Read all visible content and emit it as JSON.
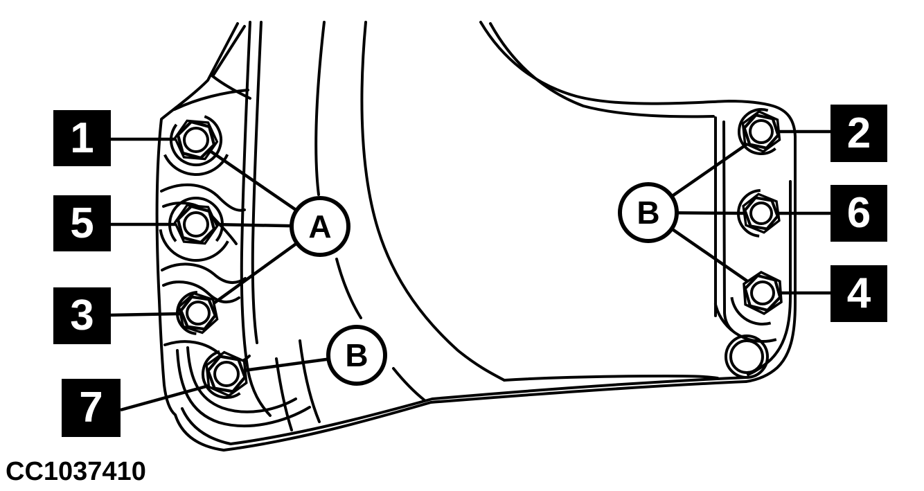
{
  "caption": {
    "text": "CC1037410"
  },
  "colors": {
    "ink": "#000000",
    "paper": "#ffffff",
    "callout_bg": "#000000",
    "callout_fg": "#ffffff"
  },
  "callouts": {
    "left": [
      {
        "label": "1"
      },
      {
        "label": "5"
      },
      {
        "label": "3"
      },
      {
        "label": "7"
      }
    ],
    "right": [
      {
        "label": "2"
      },
      {
        "label": "6"
      },
      {
        "label": "4"
      }
    ]
  },
  "markers": [
    {
      "label": "A"
    },
    {
      "label": "B"
    },
    {
      "label": "B"
    }
  ]
}
